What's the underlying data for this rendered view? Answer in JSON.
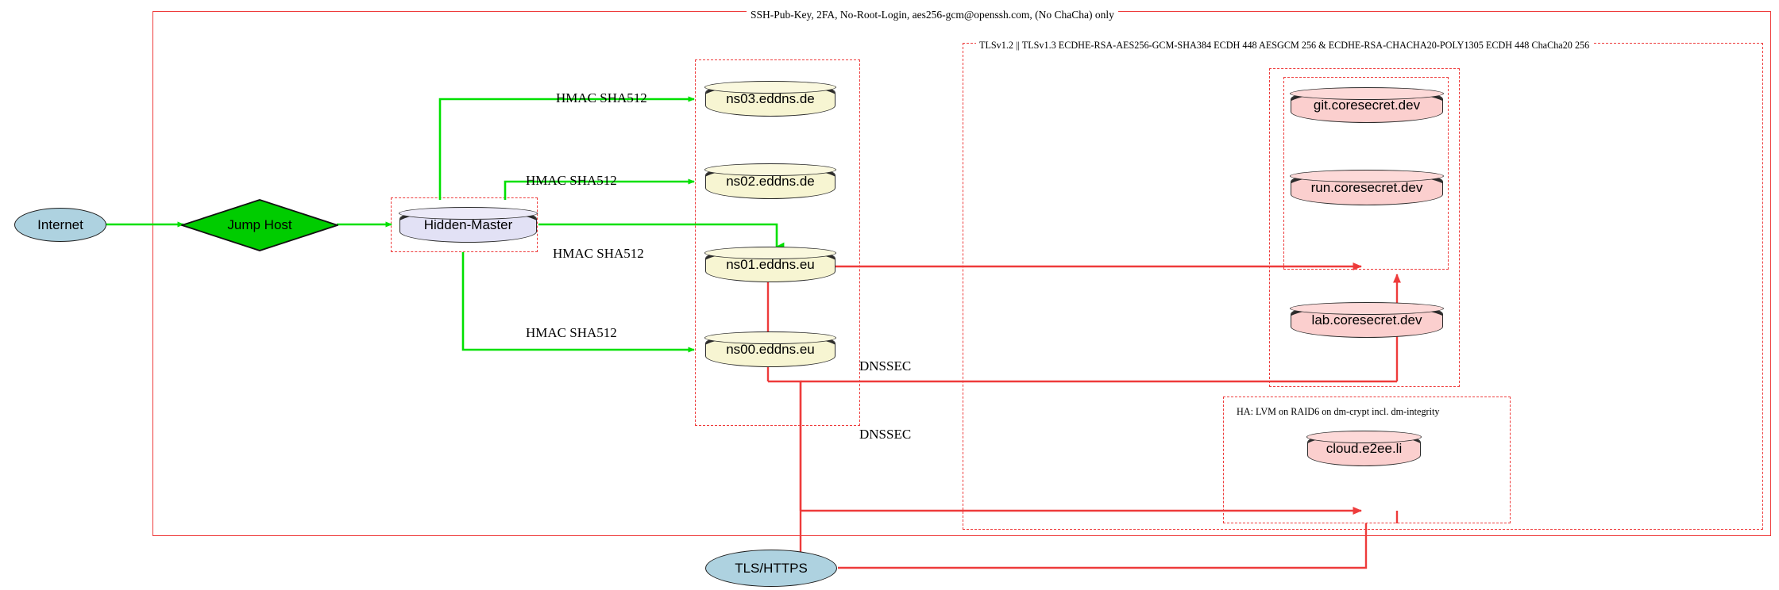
{
  "diagram": {
    "type": "network-architecture",
    "title": "",
    "colors": {
      "trust_boundary": "#ee3b3b",
      "ssh_flow": "#00e000",
      "tls_flow": "#ee3b3b",
      "dns_node_fill": "#f7f5d2",
      "service_node_fill": "#fbcfce",
      "master_node_fill": "#e2e1f5",
      "endpoint_fill": "#aed2e0",
      "jump_host_fill": "#00cc00"
    }
  },
  "clusters": [
    {
      "id": "ssh-boundary",
      "label": "SSH-Pub-Key, 2FA, No-Root-Login, aes256-gcm@openssh.com, (No ChaCha) only",
      "style": "solid"
    },
    {
      "id": "tls-boundary",
      "label": "TLSv1.2 || TLSv1.3 ECDHE-RSA-AES256-GCM-SHA384 ECDH 448 AESGCM 256 & ECDHE-RSA-CHACHA20-POLY1305 ECDH 448 ChaCha20 256",
      "style": "dashed"
    },
    {
      "id": "ha-boundary",
      "label": "HA: LVM on RAID6 on dm-crypt incl. dm-integrity",
      "style": "dashed"
    },
    {
      "id": "hidden-master-boundary",
      "label": "",
      "style": "dashed"
    },
    {
      "id": "dns-zone-boundary",
      "label": "",
      "style": "dashed"
    },
    {
      "id": "coresecret-outer-boundary",
      "label": "",
      "style": "dashed"
    },
    {
      "id": "coresecret-inner-boundary",
      "label": "",
      "style": "dashed"
    }
  ],
  "nodes": [
    {
      "id": "internet",
      "label": "Internet",
      "shape": "ellipse",
      "fill": "#aed2e0"
    },
    {
      "id": "jump-host",
      "label": "Jump Host",
      "shape": "diamond",
      "fill": "#00cc00"
    },
    {
      "id": "hidden-master",
      "label": "Hidden-Master",
      "shape": "cylinder",
      "fill": "#e2e1f5"
    },
    {
      "id": "ns03",
      "label": "ns03.eddns.de",
      "shape": "cylinder",
      "fill": "#f7f5d2"
    },
    {
      "id": "ns02",
      "label": "ns02.eddns.de",
      "shape": "cylinder",
      "fill": "#f7f5d2"
    },
    {
      "id": "ns01",
      "label": "ns01.eddns.eu",
      "shape": "cylinder",
      "fill": "#f7f5d2"
    },
    {
      "id": "ns00",
      "label": "ns00.eddns.eu",
      "shape": "cylinder",
      "fill": "#f7f5d2"
    },
    {
      "id": "git-coresecret",
      "label": "git.coresecret.dev",
      "shape": "cylinder",
      "fill": "#fbcfce"
    },
    {
      "id": "run-coresecret",
      "label": "run.coresecret.dev",
      "shape": "cylinder",
      "fill": "#fbcfce"
    },
    {
      "id": "lab-coresecret",
      "label": "lab.coresecret.dev",
      "shape": "cylinder",
      "fill": "#fbcfce"
    },
    {
      "id": "cloud-e2ee",
      "label": "cloud.e2ee.li",
      "shape": "cylinder",
      "fill": "#fbcfce"
    },
    {
      "id": "tls-https",
      "label": "TLS/HTTPS",
      "shape": "ellipse",
      "fill": "#aed2e0"
    }
  ],
  "edges": [
    {
      "id": "e-internet-jump",
      "from": "internet",
      "to": "jump-host",
      "label": "",
      "color": "#00e000"
    },
    {
      "id": "e-jump-master",
      "from": "jump-host",
      "to": "hidden-master",
      "label": "",
      "color": "#00e000"
    },
    {
      "id": "e-master-ns03",
      "from": "hidden-master",
      "to": "ns03",
      "label": "HMAC SHA512",
      "color": "#00e000"
    },
    {
      "id": "e-master-ns02",
      "from": "hidden-master",
      "to": "ns02",
      "label": "HMAC SHA512",
      "color": "#00e000"
    },
    {
      "id": "e-master-ns01",
      "from": "hidden-master",
      "to": "ns01",
      "label": "HMAC SHA512",
      "color": "#00e000"
    },
    {
      "id": "e-master-ns00",
      "from": "hidden-master",
      "to": "ns00",
      "label": "HMAC SHA512",
      "color": "#00e000"
    },
    {
      "id": "e-dnssec-upper",
      "from": "tls-https",
      "to": "coresecret",
      "label": "DNSSEC",
      "color": "#ee3b3b"
    },
    {
      "id": "e-dnssec-lower",
      "from": "tls-https",
      "to": "cloud-e2ee",
      "label": "DNSSEC",
      "color": "#ee3b3b"
    }
  ],
  "edge_labels": [
    {
      "id": "lbl-hmac-ns03",
      "text": "HMAC SHA512"
    },
    {
      "id": "lbl-hmac-ns02",
      "text": "HMAC SHA512"
    },
    {
      "id": "lbl-hmac-ns01",
      "text": "HMAC SHA512"
    },
    {
      "id": "lbl-hmac-ns00",
      "text": "HMAC SHA512"
    },
    {
      "id": "lbl-dnssec-1",
      "text": "DNSSEC"
    },
    {
      "id": "lbl-dnssec-2",
      "text": "DNSSEC"
    }
  ]
}
